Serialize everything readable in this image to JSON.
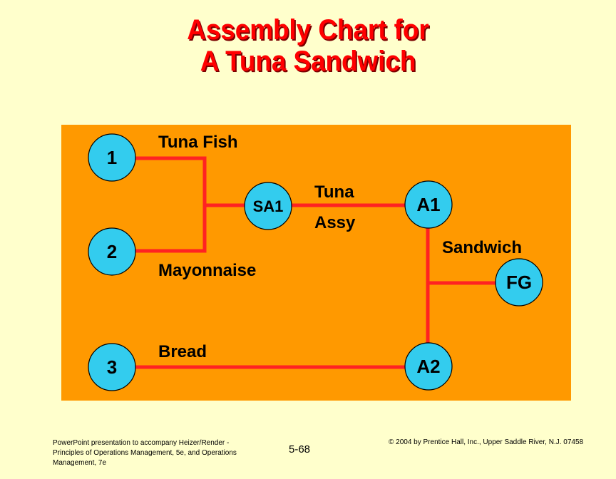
{
  "title": {
    "line1": "Assembly Chart for",
    "line2": "A Tuna Sandwich"
  },
  "diagram": {
    "nodes": {
      "n1": "1",
      "n2": "2",
      "n3": "3",
      "sa1": "SA1",
      "a1": "A1",
      "a2": "A2",
      "fg": "FG"
    },
    "labels": {
      "tuna_fish": "Tuna Fish",
      "mayonnaise": "Mayonnaise",
      "tuna": "Tuna",
      "assy": "Assy",
      "sandwich": "Sandwich",
      "bread": "Bread"
    }
  },
  "footer": {
    "left": "PowerPoint presentation to accompany Heizer/Render - Principles of Operations Management, 5e, and Operations Management, 7e",
    "center": "5-68",
    "right": "© 2004 by Prentice Hall, Inc., Upper Saddle River, N.J. 07458"
  },
  "colors": {
    "background": "#FFFFCC",
    "panel": "#FF9900",
    "title": "#FF0000",
    "node_fill": "#33CCEE",
    "connector": "#FF2222"
  }
}
